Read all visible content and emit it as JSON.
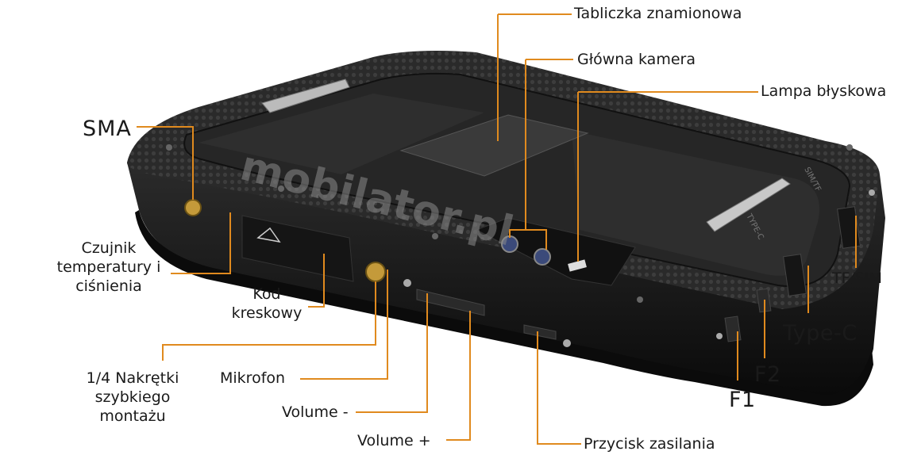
{
  "watermark": "mobilator.pl",
  "device_markings": {
    "port_type_c": "TYPE-C",
    "port_sim_tf": "SIM/TF"
  },
  "callouts": {
    "nameplate": "Tabliczka znamionowa",
    "main_camera": "Główna kamera",
    "flash_lamp": "Lampa błyskowa",
    "sma": "SMA",
    "temp_pressure_sensor": [
      "Czujnik",
      "temperatury i",
      "ciśnienia"
    ],
    "barcode": [
      "Kod",
      "kreskowy"
    ],
    "quarter_nut": [
      "1/4 Nakrętki",
      "szybkiego",
      "montażu"
    ],
    "microphone": "Mikrofon",
    "volume_down": "Volume -",
    "volume_up": "Volume +",
    "power_button": "Przycisk zasilania",
    "f1": "F1",
    "f2": "F2",
    "type_c": "Type-C",
    "tf_sim": "TF/SIM"
  },
  "colors": {
    "leader_line": "#e08a1e",
    "device_body": "#1c1c1c",
    "bumper": "#0e0e0e",
    "label_text": "#1a1a1a"
  }
}
